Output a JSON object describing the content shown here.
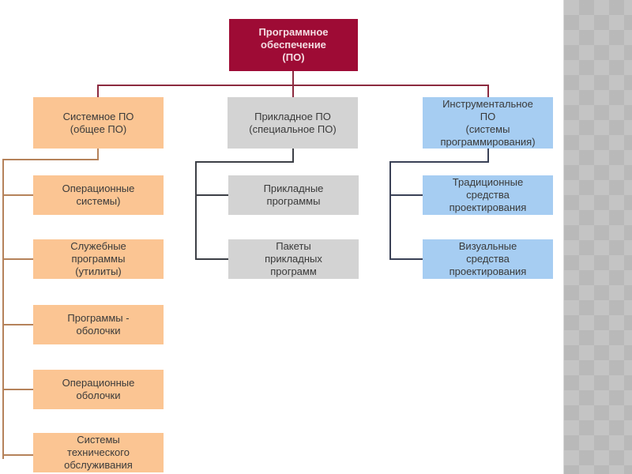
{
  "diagram": {
    "root": {
      "label": "Программное\nобеспечение\n(ПО)",
      "color": "#9e0b35"
    },
    "categories": [
      {
        "label": "Системное ПО\n(общее ПО)",
        "color": "#fbc593",
        "children": [
          "Операционные\nсистемы)",
          "Служебные\nпрограммы\n(утилиты)",
          "Программы -\nоболочки",
          "Операционные\nоболочки",
          "Системы\nтехнического\nобслуживания"
        ]
      },
      {
        "label": "Прикладное ПО\n(специальное ПО)",
        "color": "#d3d3d3",
        "children": [
          "Прикладные\nпрограммы",
          "Пакеты\nприкладных\nпрограмм"
        ]
      },
      {
        "label": "Инструментальное\nПО\n(системы\nпрограммирования)",
        "color": "#a6cdf2",
        "children": [
          "Традиционные\nсредства\nпроектирования",
          "Визуальные\nсредства\nпроектирования"
        ]
      }
    ]
  }
}
